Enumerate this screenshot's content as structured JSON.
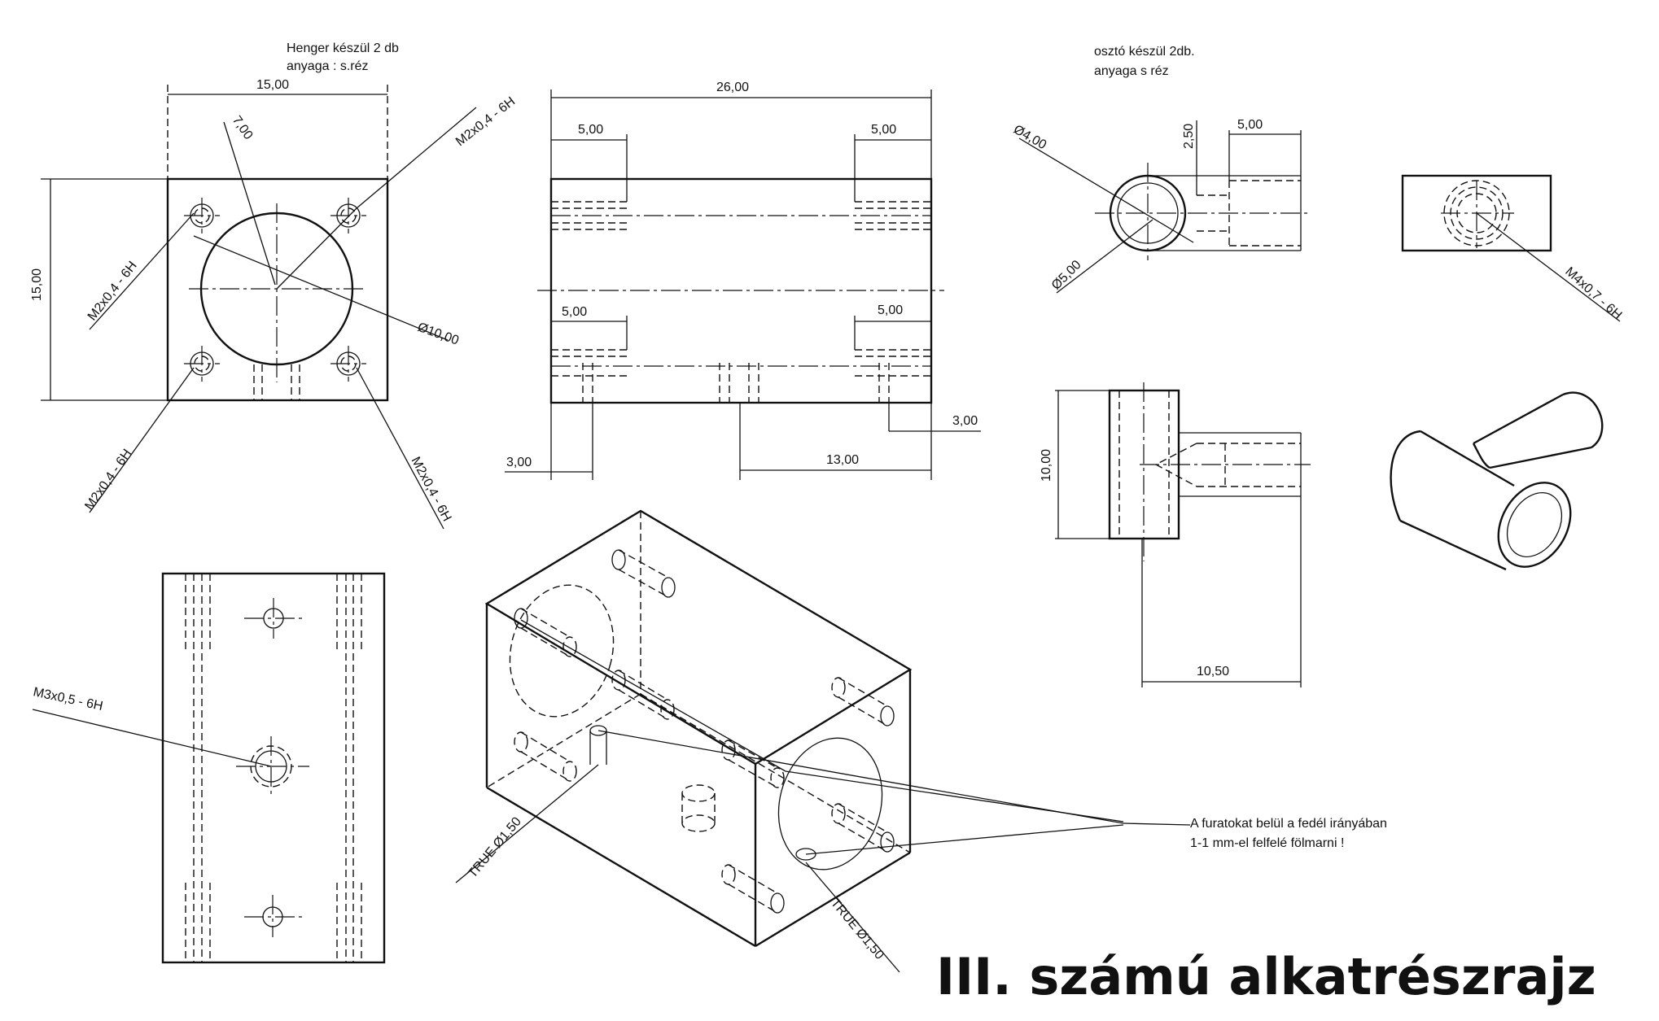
{
  "notes": {
    "henger_line1": "Henger készül 2 db",
    "henger_line2": "anyaga : s.réz",
    "oszto_line1": "osztó készül 2db.",
    "oszto_line2": "anyaga s réz",
    "furat_line1": "A furatokat belül a fedél irányában",
    "furat_line2": "1-1 mm-el felfelé fölmarni !"
  },
  "title": "III. számú alkatrészrajz",
  "dimensions": {
    "w15": "15,00",
    "h15": "15,00",
    "r7": "7,00",
    "d10": "Ø10,00",
    "m2_tr": "M2x0,4 - 6H",
    "m2_tl": "M2x0,4 - 6H",
    "m2_bl": "M2x0,4 - 6H",
    "m2_br": "M2x0,4 - 6H",
    "len26": "26,00",
    "top5_l": "5,00",
    "top5_r": "5,00",
    "bot5_l": "5,00",
    "bot5_r": "5,00",
    "d3_l": "3,00",
    "d3_r": "3,00",
    "len13": "13,00",
    "m3": "M3x0,5 - 6H",
    "true1": "TRUE Ø1,50",
    "true2": "TRUE Ø1,50",
    "d4": "Ø4,00",
    "d5": "Ø5,00",
    "h250": "2,50",
    "o5": "5,00",
    "m4": "M4x0,7 - 6H",
    "h10": "10,00",
    "l1050": "10,50"
  }
}
